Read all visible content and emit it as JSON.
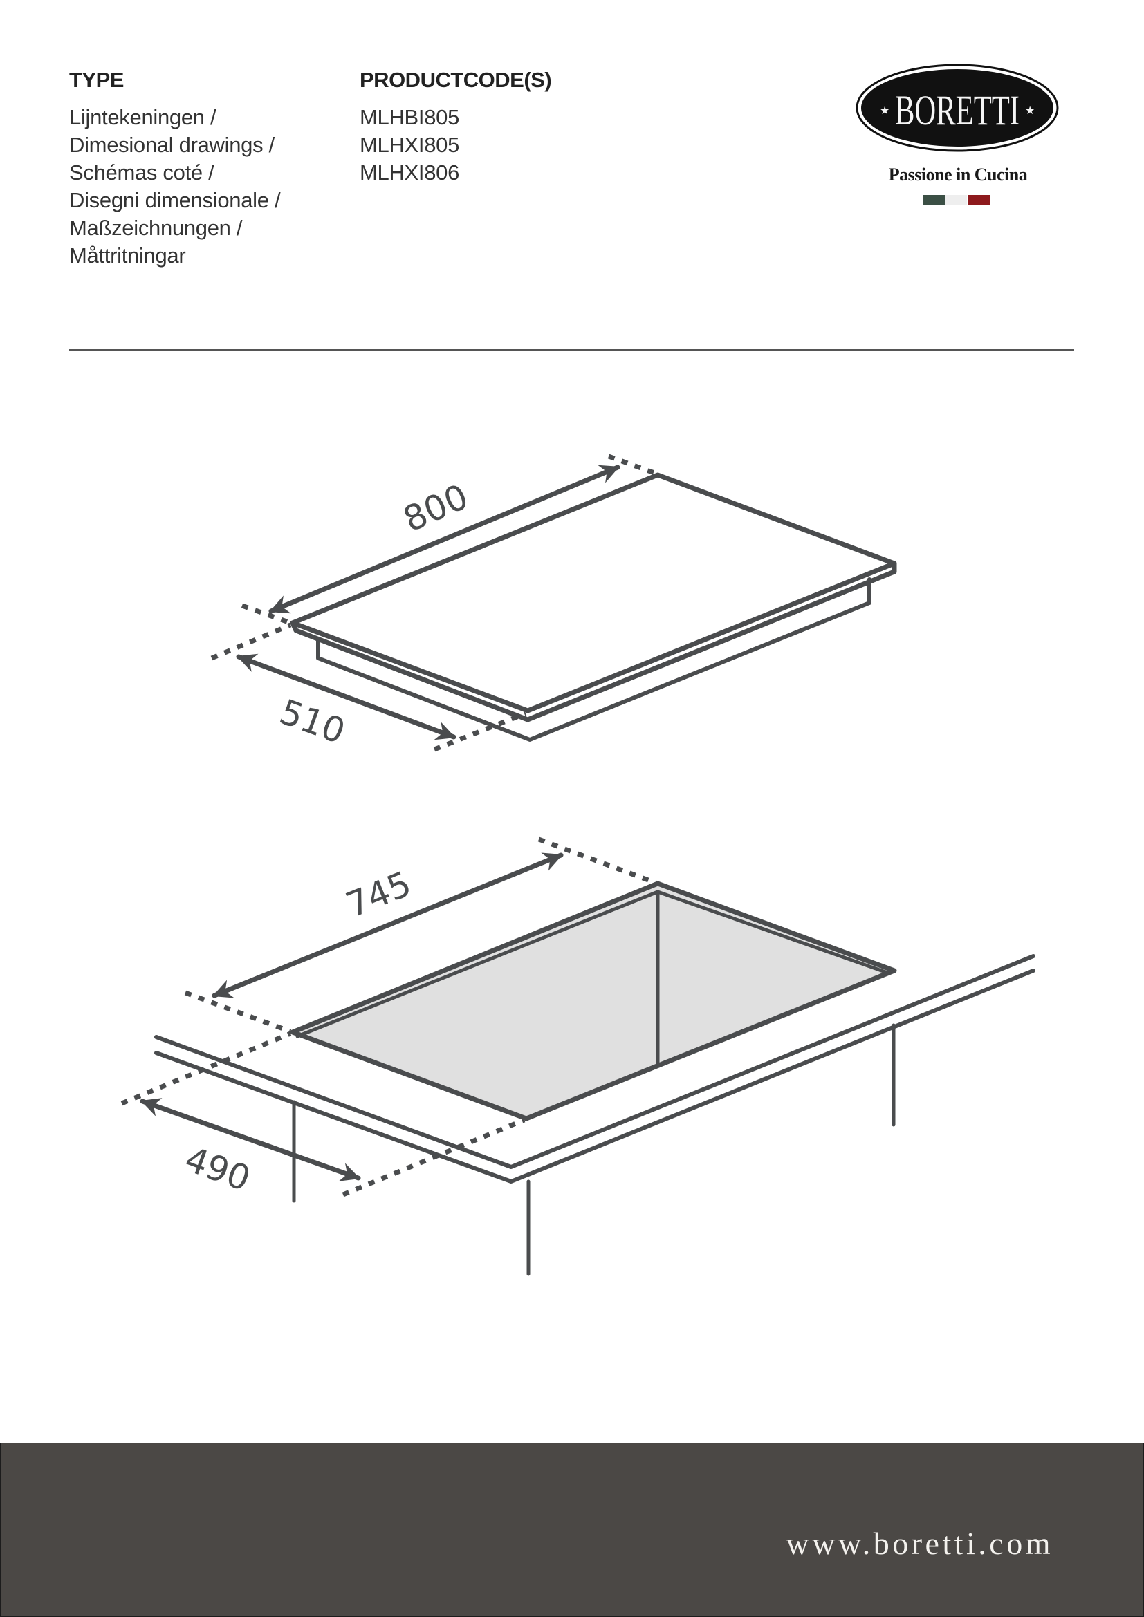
{
  "header": {
    "type_heading": "TYPE",
    "type_lines": [
      "Lijntekeningen /",
      "Dimesional drawings /",
      "Schémas coté /",
      "Disegni dimensionale /",
      "Maßzeichnungen /",
      "Måttritningar"
    ],
    "productcodes_heading": "PRODUCTCODE(S)",
    "productcodes": [
      "MLHBI805",
      "MLHXI805",
      "MLHXI806"
    ]
  },
  "logo": {
    "brand": "BORETTI",
    "tagline": "Passione in Cucina",
    "flag_colors": [
      "#3b4f45",
      "#eeeeee",
      "#8e1a1d"
    ]
  },
  "drawings": {
    "line_color": "#4a4c4e",
    "cutout_fill": "#e0e0e0",
    "appliance": {
      "width_label": "800",
      "depth_label": "510"
    },
    "cutout": {
      "width_label": "745",
      "depth_label": "490"
    }
  },
  "footer": {
    "url": "www.boretti.com",
    "background": "#4b4845"
  }
}
